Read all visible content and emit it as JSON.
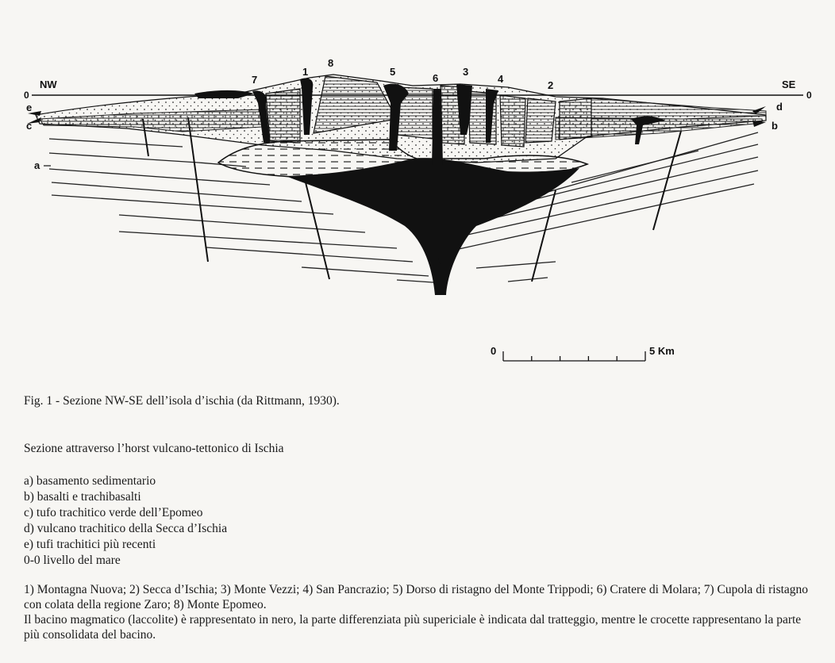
{
  "diagram": {
    "end_labels": {
      "nw": "NW",
      "se": "SE",
      "zero_left": "0",
      "zero_right": "0"
    },
    "side_labels": [
      "a",
      "b",
      "c",
      "d",
      "e"
    ],
    "peak_labels": [
      "1",
      "2",
      "3",
      "4",
      "5",
      "6",
      "7",
      "8"
    ],
    "scale_bar": {
      "start_label": "0",
      "end_label": "5 Km",
      "divisions": 5
    }
  },
  "caption": "Fig. 1 - Sezione NW-SE dell’isola d’ischia (da Rittmann, 1930).",
  "subtitle": "Sezione attraverso l’horst vulcano-tettonico di Ischia",
  "legend": [
    {
      "key": "a)",
      "text": "basamento sedimentario"
    },
    {
      "key": "b)",
      "text": "basalti e trachibasalti"
    },
    {
      "key": "c)",
      "text": "tufo trachitico verde dell’Epomeo"
    },
    {
      "key": "d)",
      "text": "vulcano trachitico della Secca d’Ischia"
    },
    {
      "key": "e)",
      "text": "tufi trachitici più recenti"
    },
    {
      "key": "0-0",
      "text": "livello del mare"
    }
  ],
  "notes": [
    "1) Montagna Nuova;  2) Secca d’Ischia;  3) Monte Vezzi;  4) San Pancrazio;  5) Dorso di ristagno del Monte Trippodi;  6) Cratere di Molara;  7) Cupola di ristagno con colata della regione Zaro;  8) Monte Epomeo.",
    "Il bacino magmatico (laccolite) è rappresentato in nero, la parte differenziata più supericiale è indicata dal tratteggio, mentre le crocette rappresentano la parte più consolidata del bacino."
  ]
}
